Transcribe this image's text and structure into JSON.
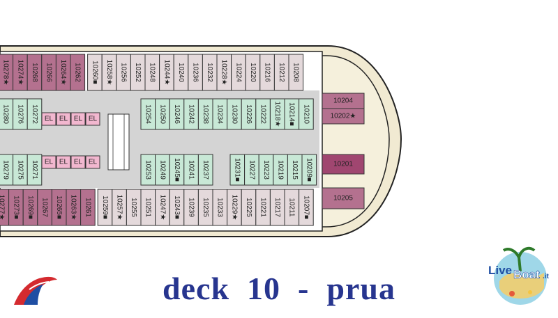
{
  "title": "deck  10  -  prua",
  "logo_right": {
    "text1": "Live",
    "text2": "Boat",
    "text3": ".it",
    "icon": "globe-palm-logo"
  },
  "logo_left": {
    "icon": "carnival-funnel-logo"
  },
  "colors": {
    "cabin_standard": "#e4d9db",
    "cabin_interior": "#c8e8d6",
    "cabin_suite": "#b4718f",
    "cabin_special": "#a04670",
    "elevator": "#f2b7cf",
    "corridor": "#d4d4d4",
    "deck_beige": "#f1ead2",
    "title_blue": "#27358f"
  },
  "cabins": {
    "top_outer": [
      "10278★",
      "10274★",
      "10268",
      "10266",
      "10264★",
      "10262",
      "10260■",
      "10258★",
      "10256",
      "10252",
      "10248",
      "10244★",
      "10240",
      "10236",
      "10232",
      "10228★",
      "10224",
      "10220",
      "10216",
      "10212",
      "10208"
    ],
    "top_inner": [
      "10280",
      "10276",
      "10272",
      "10254",
      "10250",
      "10246",
      "10242",
      "10238",
      "10234",
      "10230",
      "10226",
      "10222",
      "10218★",
      "10214■",
      "10210"
    ],
    "bottom_inner": [
      "10279",
      "10275",
      "10271",
      "10253",
      "10249",
      "10245■",
      "10241",
      "10237",
      "10231■",
      "10227",
      "10223",
      "10219",
      "10215",
      "10209■"
    ],
    "bottom_outer": [
      "10277★",
      "10273■",
      "10269■",
      "10267",
      "10265■",
      "10263★",
      "10261",
      "10259■",
      "10257★",
      "10255",
      "10251",
      "10247★",
      "10243■",
      "10239",
      "10235",
      "10233",
      "10229★",
      "10225",
      "10221",
      "10217",
      "10211",
      "10207■"
    ],
    "bow_suites": [
      "10204",
      "10202★",
      "10201",
      "10205"
    ],
    "elevators": [
      "EL",
      "EL",
      "EL",
      "EL",
      "EL",
      "EL",
      "EL",
      "EL"
    ]
  }
}
